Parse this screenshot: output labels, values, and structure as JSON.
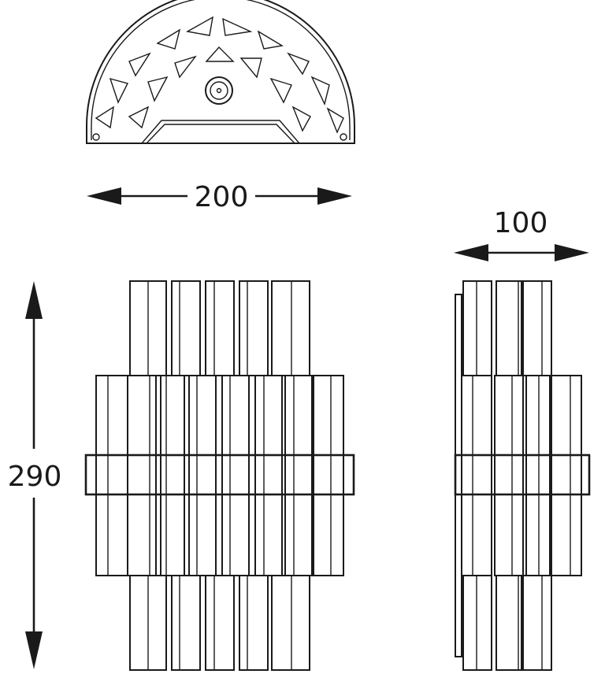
{
  "dimensions": {
    "width": "200",
    "height": "290",
    "depth": "100"
  }
}
